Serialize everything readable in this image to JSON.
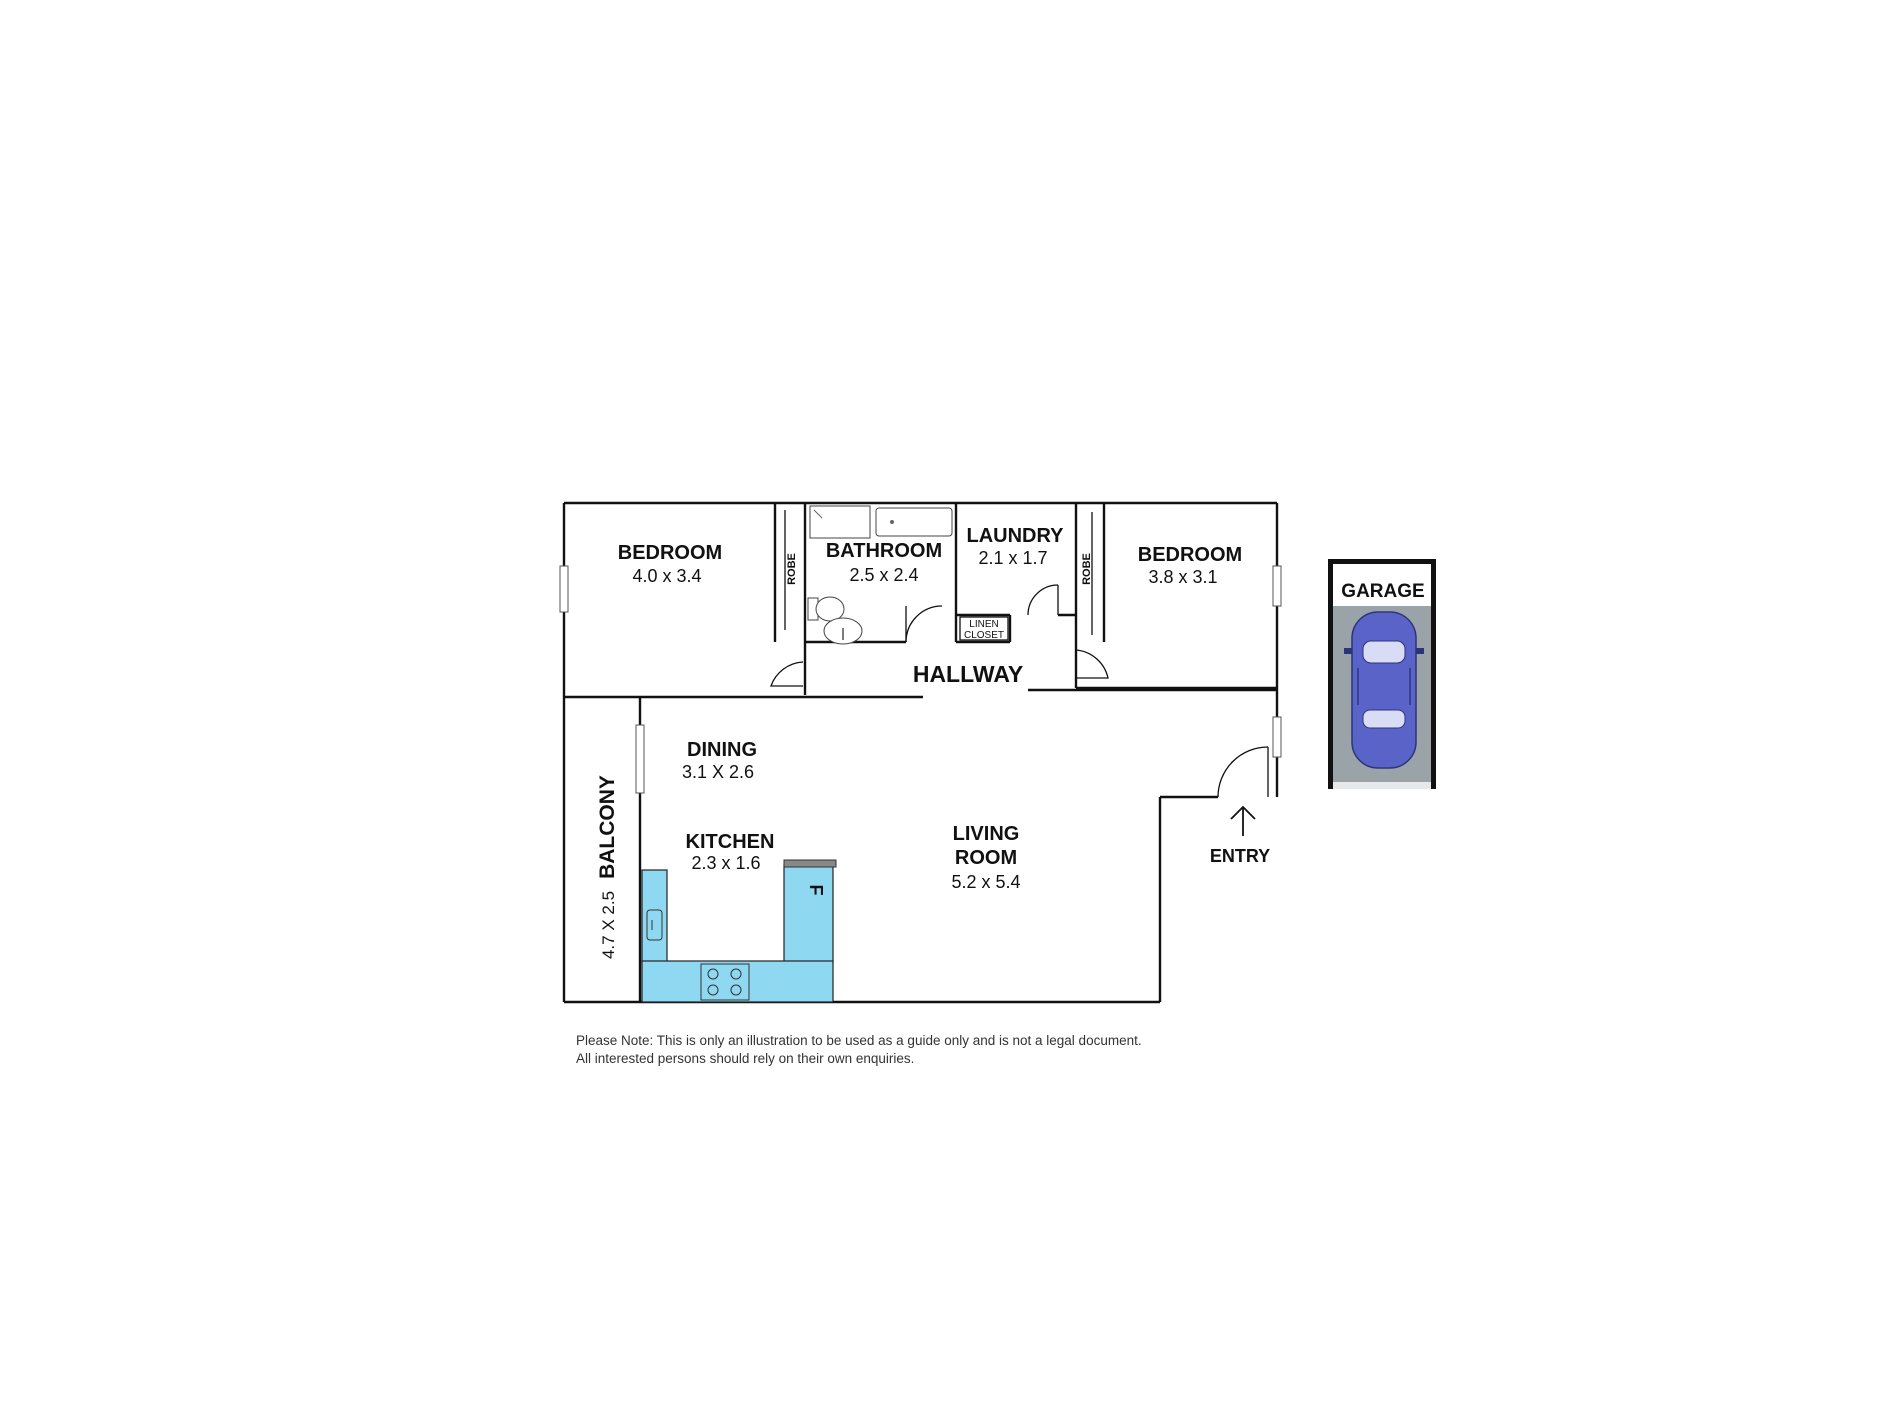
{
  "rooms": {
    "bedroom1": {
      "name": "BEDROOM",
      "size": "4.0 x 3.4"
    },
    "robe1": {
      "name": "ROBE"
    },
    "bathroom": {
      "name": "BATHROOM",
      "size": "2.5 x 2.4"
    },
    "laundry": {
      "name": "LAUNDRY",
      "size": "2.1 x 1.7"
    },
    "linen": {
      "line1": "LINEN",
      "line2": "CLOSET"
    },
    "robe2": {
      "name": "ROBE"
    },
    "bedroom2": {
      "name": "BEDROOM",
      "size": "3.8 x 3.1"
    },
    "hallway": {
      "name": "HALLWAY"
    },
    "dining": {
      "name": "DINING",
      "size": "3.1 X 2.6"
    },
    "kitchen": {
      "name": "KITCHEN",
      "size": "2.3 x 1.6"
    },
    "fridge": {
      "name": "F"
    },
    "living": {
      "line1": "LIVING",
      "line2": "ROOM",
      "size": "5.2 x 5.4"
    },
    "balcony": {
      "name": "BALCONY",
      "size": "4.7 X 2.5"
    },
    "entry": {
      "name": "ENTRY"
    },
    "garage": {
      "name": "GARAGE"
    }
  },
  "note": {
    "line1": "Please Note: This is only an illustration to be used as a guide only and is not a legal document.",
    "line2": "All interested persons should rely on their own enquiries."
  },
  "colors": {
    "kitchen_fill": "#8fd8f2",
    "car_body": "#5a63c8",
    "car_window": "#d9dcf5",
    "garage_floor": "#9aa3a8"
  }
}
